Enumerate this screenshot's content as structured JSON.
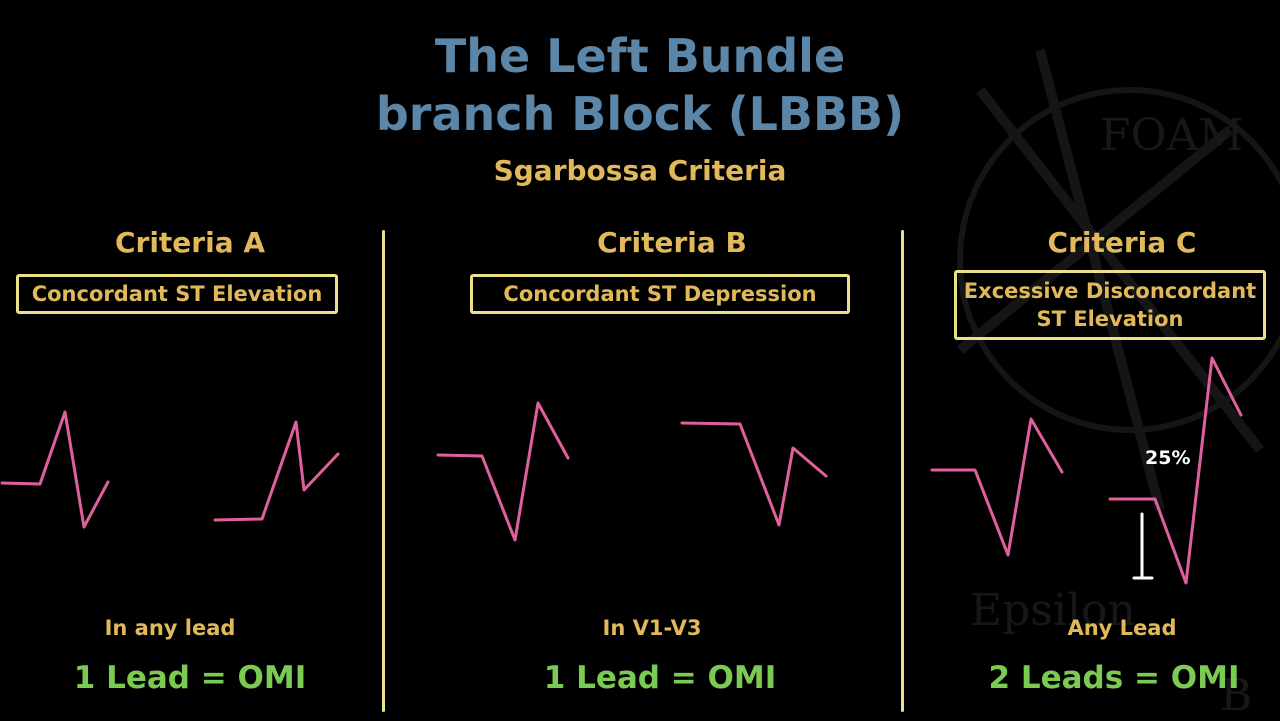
{
  "title": {
    "line1": "The Left Bundle",
    "line2": "branch Block (LBBB)"
  },
  "subtitle": "Sgarbossa Criteria",
  "watermark": {
    "line1": "FOAM",
    "line2": "Epsilon",
    "line3": "B"
  },
  "colors": {
    "title": "#5b86a8",
    "accent": "#e2b95a",
    "box_border": "#ece186",
    "trace": "#e0609e",
    "result": "#7bcb52"
  },
  "criteria": [
    {
      "heading": "Criteria A",
      "box": "Concordant ST Elevation",
      "lead_text": "In any lead",
      "result": "1 Lead = OMI"
    },
    {
      "heading": "Criteria B",
      "box": "Concordant ST Depression",
      "lead_text": "In V1-V3",
      "result": "1 Lead = OMI"
    },
    {
      "heading": "Criteria C",
      "box_line1": "Excessive Disconcordant",
      "box_line2": "ST Elevation",
      "lead_text": "Any Lead",
      "result": "2 Leads = OMI",
      "annotation": "25%"
    }
  ]
}
